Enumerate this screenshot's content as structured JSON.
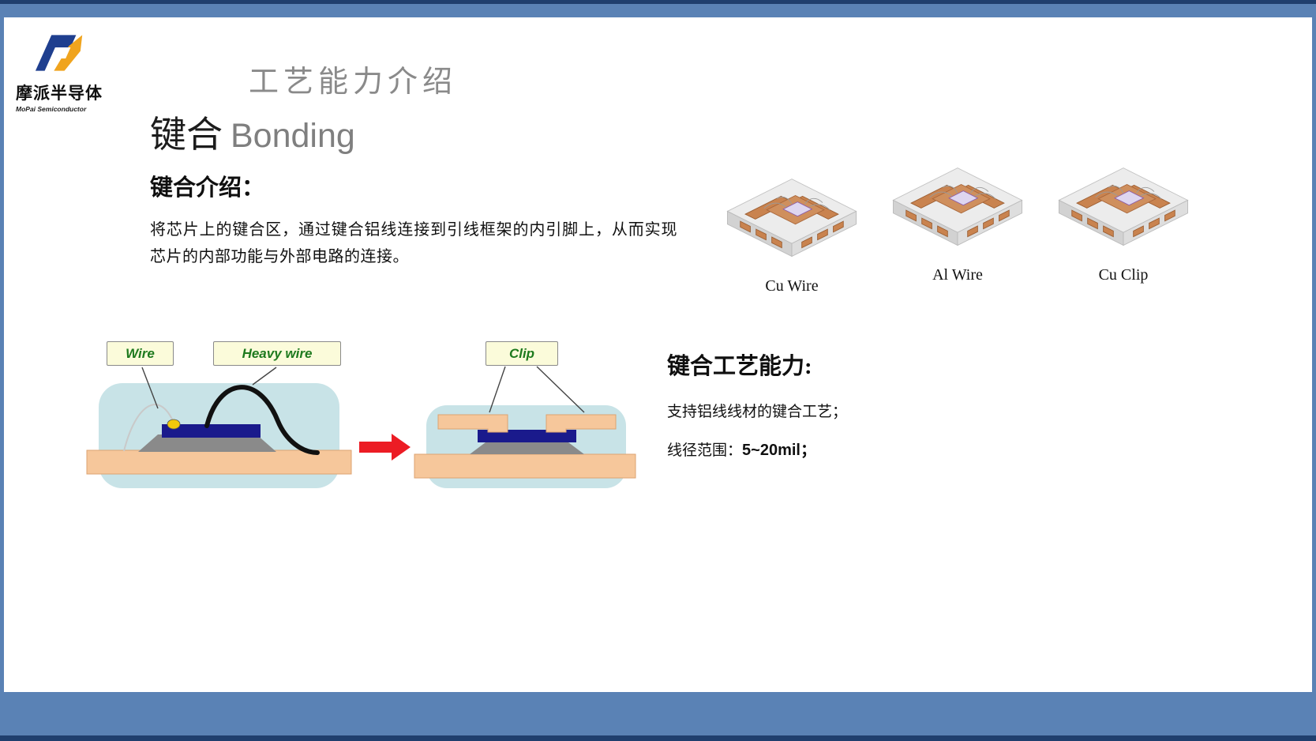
{
  "logo": {
    "company_cn": "摩派半导体",
    "company_en": "MoPai Semiconductor"
  },
  "header": {
    "title": "工艺能力介绍"
  },
  "section": {
    "heading_cn": "键合",
    "heading_en": "Bonding"
  },
  "intro": {
    "heading": "键合介绍：",
    "body": "将芯片上的键合区，通过键合铝线连接到引线框架的内引脚上，从而实现芯片的内部功能与外部电路的连接。"
  },
  "packages": {
    "labels": [
      "Cu Wire",
      "Al Wire",
      "Cu Clip"
    ]
  },
  "diagram": {
    "wire_label": "Wire",
    "heavy_wire_label": "Heavy wire",
    "clip_label": "Clip"
  },
  "capability": {
    "heading": "键合工艺能力:",
    "line1": "支持铝线线材的键合工艺；",
    "line2_prefix": "线径范围：",
    "line2_value": "5~20mil；"
  },
  "colors": {
    "frame_blue": "#5a82b5",
    "frame_dark": "#1f3f6e",
    "title_gray": "#8a8a8a",
    "package_body": "#c8e3e7",
    "leadframe": "#f6c79b",
    "chip_navy": "#1a1a8c",
    "diepad_gray": "#8a8a8a",
    "label_bg": "#fbfbda",
    "label_green": "#1e7a1e",
    "arrow_red": "#ec1c24",
    "copper": "#c9834f"
  }
}
